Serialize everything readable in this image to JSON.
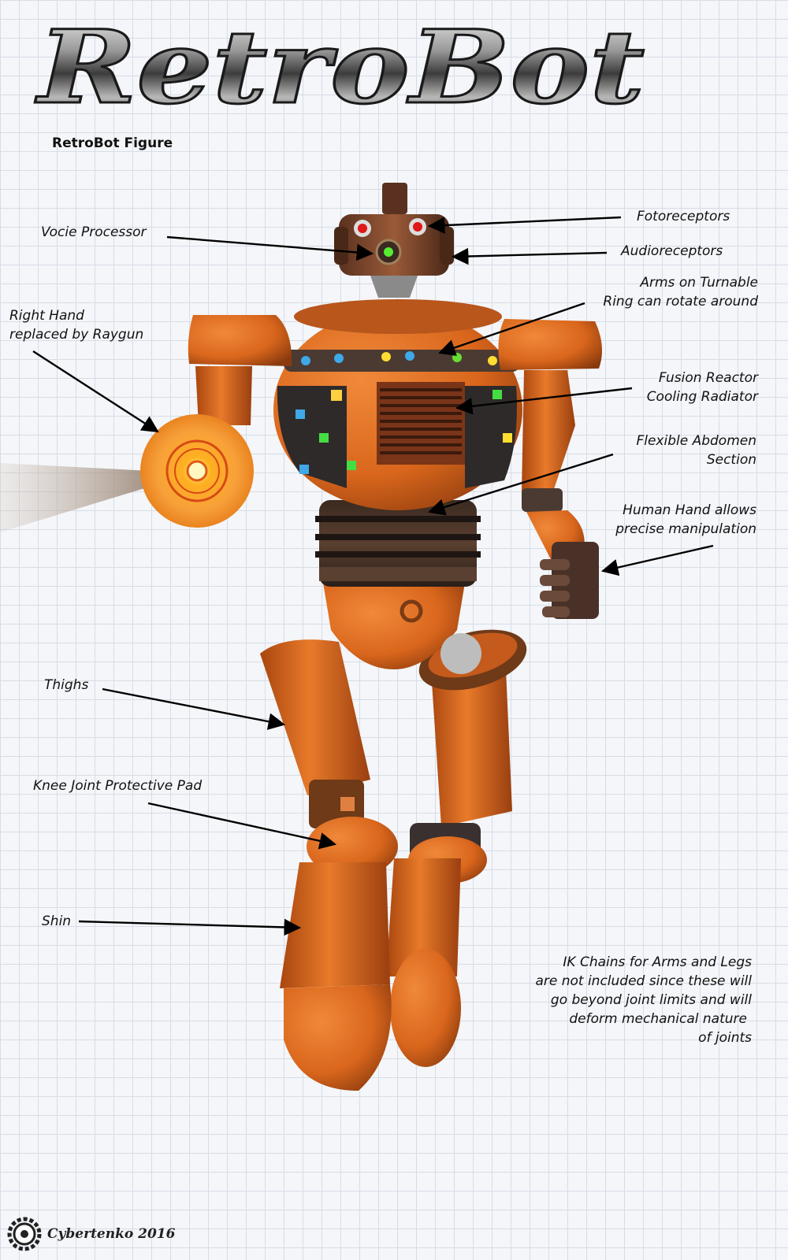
{
  "title": "RetroBot",
  "subtitle": "RetroBot Figure",
  "labels": {
    "voice_processor": "Vocie Processor",
    "fotoreceptors": "Fotoreceptors",
    "audioreceptors": "Audioreceptors",
    "arms_turntable": [
      "Arms on Turnable",
      "Ring can rotate around"
    ],
    "right_hand": [
      "Right Hand",
      "replaced by Raygun"
    ],
    "fusion_reactor": [
      "Fusion Reactor",
      "Cooling Radiator"
    ],
    "flexible_abdomen": [
      "Flexible Abdomen",
      "Section"
    ],
    "human_hand": [
      "Human Hand allows",
      "precise manipulation"
    ],
    "thighs": "Thighs",
    "knee_pad": "Knee Joint Protective Pad",
    "shin": "Shin",
    "ik_note": [
      "IK Chains for Arms and Legs",
      "are not included since these will",
      "go beyond joint limits and will",
      "deform mechanical nature",
      "of joints"
    ]
  },
  "credit": "Cybertenko 2016",
  "colors": {
    "robot_orange": "#d9661c",
    "robot_dark": "#6a3414",
    "metal": "#7d7d7d",
    "raygun_glow": "#ffb020"
  },
  "icons": {
    "credit_logo": "gear-icon"
  }
}
